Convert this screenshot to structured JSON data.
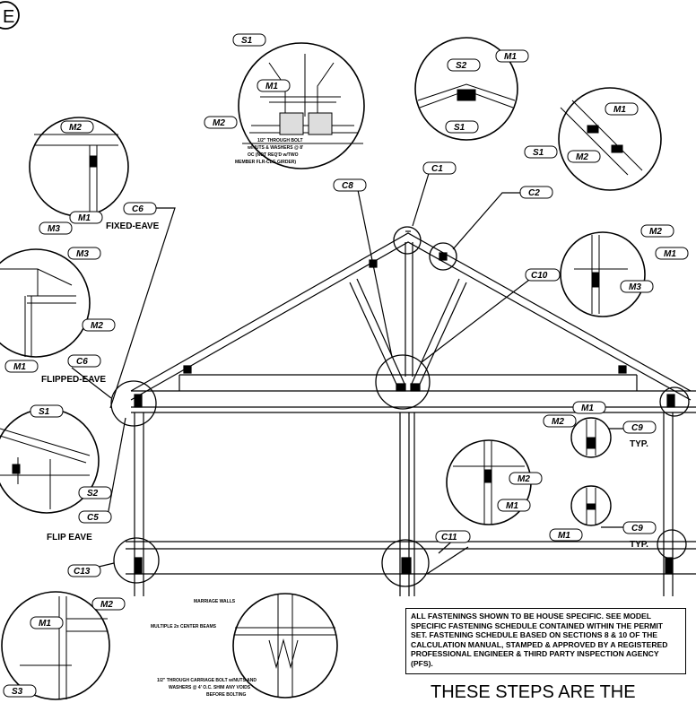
{
  "sheet": {
    "section_letter": "E"
  },
  "callouts": {
    "C1": "C1",
    "C2": "C2",
    "C5": "C5",
    "C6a": "C6",
    "C6b": "C6",
    "C8": "C8",
    "C9a": "C9",
    "C9b": "C9",
    "C10": "C10",
    "C11": "C11",
    "C13": "C13"
  },
  "marks": {
    "M1": "M1",
    "M2": "M2",
    "M3": "M3",
    "S1": "S1",
    "S2": "S2",
    "S3": "S3"
  },
  "captions": {
    "fixed_eave": "FIXED-EAVE",
    "flipped_eave": "FLIPPED-EAVE",
    "flip_eave": "FLIP EAVE",
    "typ_1": "TYP.",
    "typ_2": "TYP."
  },
  "annotations": {
    "bolt_line1": "1/2\" THROUGH BOLT",
    "bolt_line2": "w/NUTS & WASHERS @ 8'",
    "bolt_line3": "OC (NOT REQ'D w/TWO",
    "bolt_line4": "MEMBER FLR-CLG GIRDER)",
    "marriage_walls": "MARRIAGE WALLS",
    "center_beams": "MULTIPLE 2x CENTER BEAMS",
    "carriage_line1": "1/2\" THROUGH CARRIAGE BOLT w/NUTS AND",
    "carriage_line2": "WASHERS @ 4' O.C. SHIM ANY VOIDS",
    "carriage_line3": "BEFORE BOLTING"
  },
  "notes": {
    "general_note": "ALL FASTENINGS SHOWN TO BE HOUSE SPECIFIC. SEE MODEL SPECIFIC FASTENING SCHEDULE CONTAINED WITHIN THE PERMIT SET. FASTENING SCHEDULE BASED ON SECTIONS 8 & 10 OF THE CALCULATION MANUAL, STAMPED & APPROVED BY A REGISTERED PROFESSIONAL ENGINEER & THIRD PARTY INSPECTION AGENCY (PFS).",
    "steps_heading": "THESE STEPS ARE THE"
  }
}
